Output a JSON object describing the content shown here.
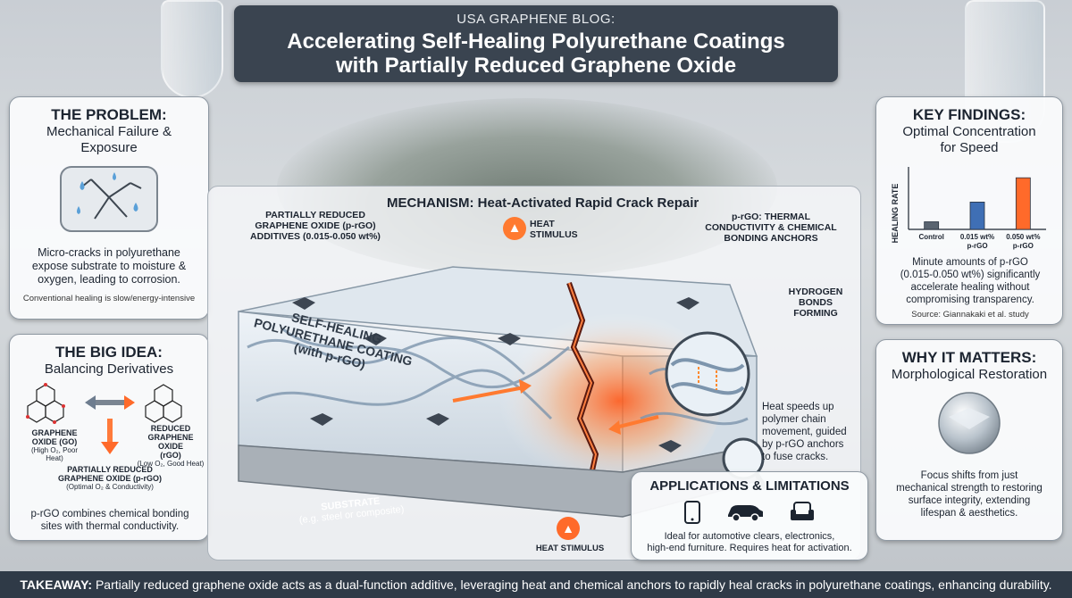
{
  "header": {
    "kicker": "USA GRAPHENE BLOG:",
    "title_line1": "Accelerating Self-Healing Polyurethane Coatings",
    "title_line2": "with Partially Reduced Graphene Oxide"
  },
  "problem": {
    "heading": "THE PROBLEM:",
    "subheading_line1": "Mechanical Failure &",
    "subheading_line2": "Exposure",
    "body_line1": "Micro-cracks in polyurethane",
    "body_line2": "expose substrate to moisture &",
    "body_line3": "oxygen, leading to corrosion.",
    "note": "Conventional healing is slow/energy-intensive"
  },
  "big_idea": {
    "heading": "THE BIG IDEA:",
    "subheading": "Balancing Derivatives",
    "go_label_line1": "GRAPHENE",
    "go_label_line2": "OXIDE (GO)",
    "go_sub": "(High O₂, Poor Heat)",
    "rgo_label_line1": "REDUCED",
    "rgo_label_line2": "GRAPHENE OXIDE",
    "rgo_label_line3": "(rGO)",
    "rgo_sub": "(Low O₂, Good Heat)",
    "prgo_label_line1": "PARTIALLY REDUCED",
    "prgo_label_line2": "GRAPHENE OXIDE (p-rGO)",
    "prgo_sub": "(Optimal O₂ & Conductivity)",
    "body_line1": "p-rGO combines chemical bonding",
    "body_line2": "sites with thermal conductivity."
  },
  "mechanism": {
    "title": "MECHANISM: Heat-Activated Rapid Crack Repair",
    "prgo_callout_line1": "PARTIALLY REDUCED",
    "prgo_callout_line2": "GRAPHENE OXIDE (p-rGO)",
    "prgo_callout_line3": "ADDITIVES (0.015-0.050 wt%)",
    "heat_top_line1": "HEAT",
    "heat_top_line2": "STIMULUS",
    "anchor_line1": "p-rGO: THERMAL",
    "anchor_line2": "CONDUCTIVITY & CHEMICAL",
    "anchor_line3": "BONDING ANCHORS",
    "hbond_line1": "HYDROGEN",
    "hbond_line2": "BONDS",
    "hbond_line3": "FORMING",
    "coating_line1": "SELF-HEALING",
    "coating_line2": "POLYURETHANE COATING",
    "coating_line3": "(with p-rGO)",
    "substrate_line1": "SUBSTRATE",
    "substrate_line2": "(e.g. steel or composite)",
    "heat_note_line1": "Heat speeds up",
    "heat_note_line2": "polymer chain",
    "heat_note_line3": "movement, guided",
    "heat_note_line4": "by p-rGO anchors",
    "heat_note_line5": "to fuse cracks.",
    "heat_bottom": "HEAT STIMULUS"
  },
  "applications": {
    "heading": "APPLICATIONS & LIMITATIONS",
    "body_line1": "Ideal for automotive clears, electronics,",
    "body_line2": "high-end furniture. Requires heat for activation.",
    "icons": [
      "phone-icon",
      "car-icon",
      "armchair-icon"
    ]
  },
  "key_findings": {
    "heading": "KEY FINDINGS:",
    "subheading_line1": "Optimal Concentration",
    "subheading_line2": "for Speed",
    "ylabel": "HEALING RATE",
    "body_line1": "Minute amounts of p-rGO",
    "body_line2": "(0.015-0.050 wt%) significantly",
    "body_line3": "accelerate healing without",
    "body_line4": "compromising transparency.",
    "source": "Source: Giannakaki et al. study"
  },
  "chart_data": {
    "type": "bar",
    "categories": [
      "Control",
      "0.015 wt% p-rGO",
      "0.050 wt% p-rGO"
    ],
    "values": [
      1,
      3.6,
      6.8
    ],
    "ylabel": "HEALING RATE",
    "ylim": [
      0,
      8
    ],
    "colors": [
      "#5a6470",
      "#3f6fb5",
      "#ff6a2a"
    ]
  },
  "why": {
    "heading": "WHY IT MATTERS:",
    "subheading": "Morphological Restoration",
    "body_line1": "Focus shifts from just",
    "body_line2": "mechanical strength to restoring",
    "body_line3": "surface integrity, extending",
    "body_line4": "lifespan & aesthetics."
  },
  "footer": {
    "label": "TAKEAWAY:",
    "text": " Partially reduced graphene oxide acts as a dual-function additive, leveraging heat and chemical anchors to rapidly heal cracks in polyurethane coatings, enhancing durability."
  }
}
